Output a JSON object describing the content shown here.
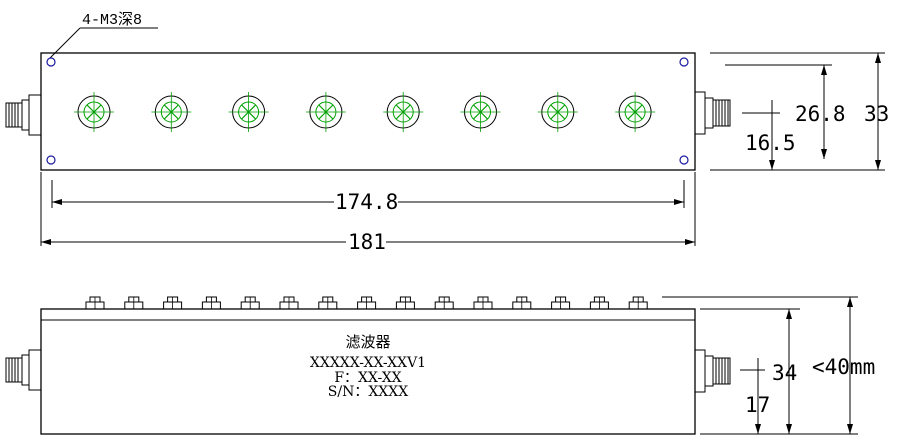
{
  "top_view": {
    "hole_callout": "4-M3深8",
    "dimensions": {
      "inner_length": "174.8",
      "overall_length": "181",
      "height_26": "26.8",
      "height_33": "33",
      "height_16": "16.5"
    },
    "tuning_screw_count": 8
  },
  "side_view": {
    "label_lines": [
      "滤波器",
      "XXXXX-XX-XXV1",
      "F：XX-XX",
      "S/N：XXXX"
    ],
    "dimensions": {
      "height_34": "34",
      "height_17": "17",
      "height_max": "<40mm"
    },
    "screw_count": 15
  },
  "colors": {
    "line": "#000000",
    "screw_cross": "#00a000",
    "mount_hole": "#1a1aa0"
  }
}
